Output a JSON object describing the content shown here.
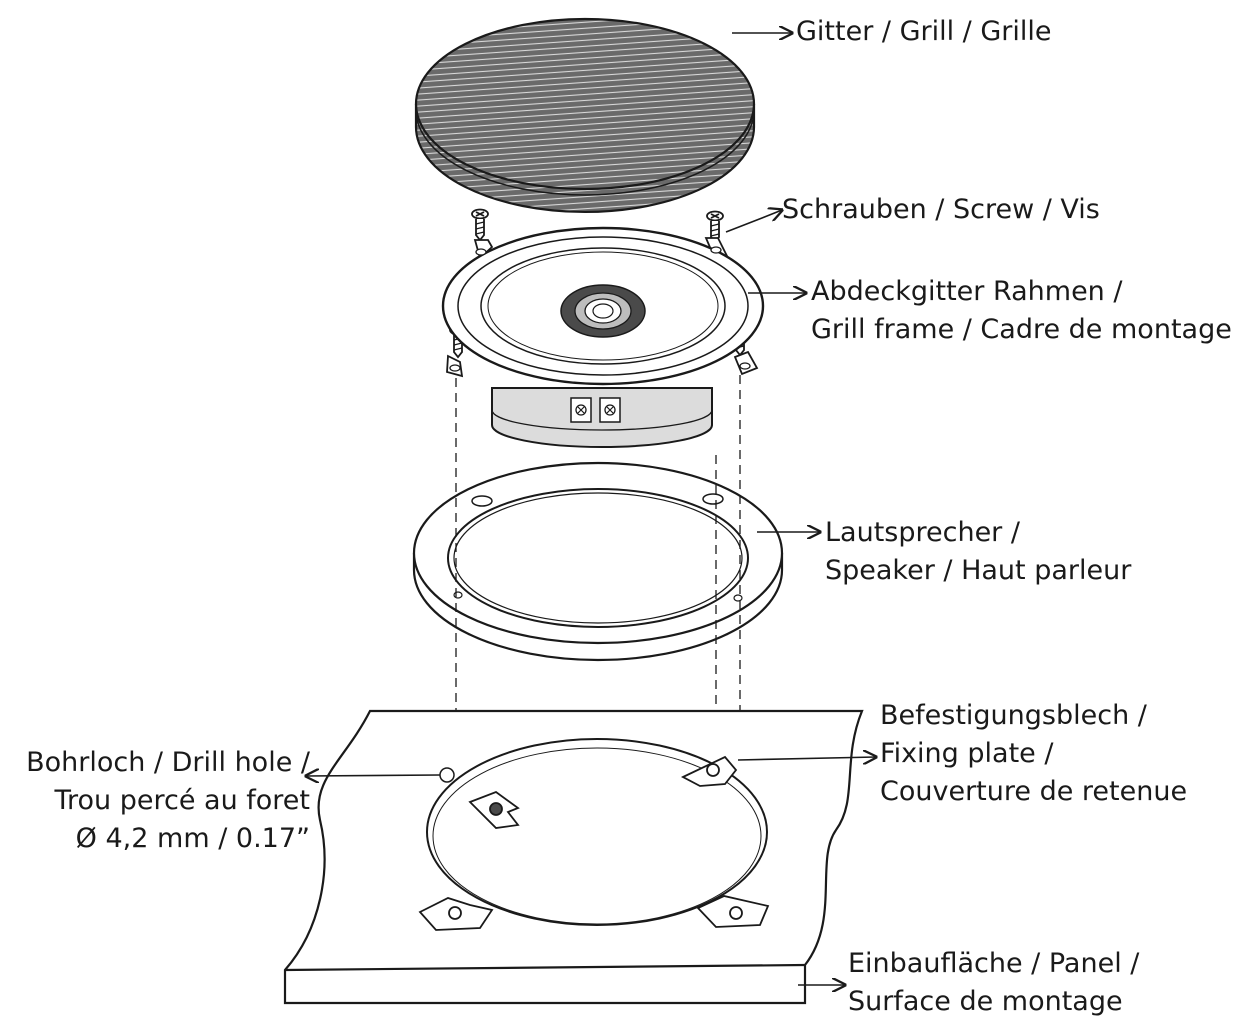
{
  "labels": {
    "grille": [
      "Gitter / Grill / Grille"
    ],
    "screws": [
      "Schrauben / Screw / Vis"
    ],
    "grill_frame": [
      "Abdeckgitter Rahmen /",
      "Grill frame / Cadre de montage"
    ],
    "speaker": [
      "Lautsprecher /",
      "Speaker /  Haut parleur"
    ],
    "fixing_plate": [
      "Befestigungsblech /",
      "Fixing plate /",
      "Couverture de retenue"
    ],
    "drill_hole": [
      "Bohrloch / Drill hole /",
      "Trou percé au foret",
      "Ø 4,2 mm / 0.17”"
    ],
    "panel": [
      "Einbaufläche / Panel /",
      "Surface de montage"
    ]
  },
  "colors": {
    "ink": "#1a1a1a",
    "grille_fill": "#6a6a6a",
    "magnet": "#dcdcdc",
    "background": "#ffffff"
  }
}
